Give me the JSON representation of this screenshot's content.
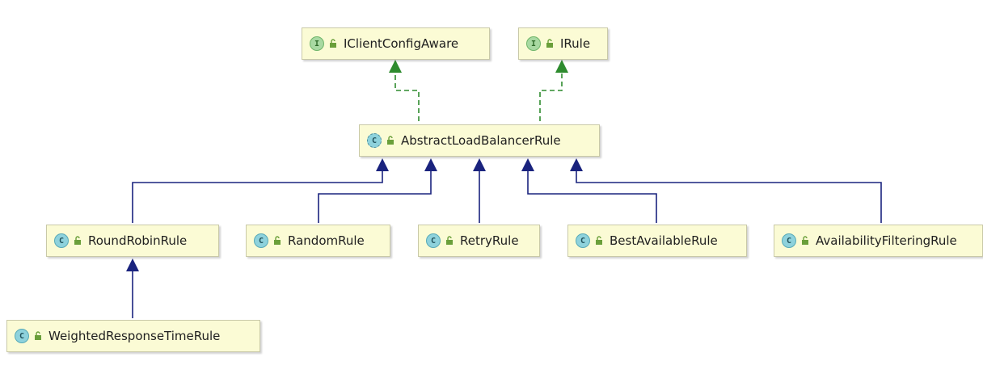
{
  "nodes": {
    "iclientconfigaware": {
      "label": "IClientConfigAware",
      "kind": "interface",
      "badge": "I"
    },
    "irule": {
      "label": "IRule",
      "kind": "interface",
      "badge": "I"
    },
    "abstractloadbalancerrule": {
      "label": "AbstractLoadBalancerRule",
      "kind": "abstract-class",
      "badge": "C"
    },
    "roundrobinrule": {
      "label": "RoundRobinRule",
      "kind": "class",
      "badge": "C"
    },
    "randomrule": {
      "label": "RandomRule",
      "kind": "class",
      "badge": "C"
    },
    "retryrule": {
      "label": "RetryRule",
      "kind": "class",
      "badge": "C"
    },
    "bestavailablerule": {
      "label": "BestAvailableRule",
      "kind": "class",
      "badge": "C"
    },
    "availabilityfilteringrule": {
      "label": "AvailabilityFilteringRule",
      "kind": "class",
      "badge": "C"
    },
    "weightedresponsetimerule": {
      "label": "WeightedResponseTimeRule",
      "kind": "class",
      "badge": "C"
    }
  },
  "edges": [
    {
      "from": "abstractloadbalancerrule",
      "to": "iclientconfigaware",
      "type": "implements"
    },
    {
      "from": "abstractloadbalancerrule",
      "to": "irule",
      "type": "implements"
    },
    {
      "from": "roundrobinrule",
      "to": "abstractloadbalancerrule",
      "type": "extends"
    },
    {
      "from": "randomrule",
      "to": "abstractloadbalancerrule",
      "type": "extends"
    },
    {
      "from": "retryrule",
      "to": "abstractloadbalancerrule",
      "type": "extends"
    },
    {
      "from": "bestavailablerule",
      "to": "abstractloadbalancerrule",
      "type": "extends"
    },
    {
      "from": "availabilityfilteringrule",
      "to": "abstractloadbalancerrule",
      "type": "extends"
    },
    {
      "from": "weightedresponsetimerule",
      "to": "roundrobinrule",
      "type": "extends"
    }
  ],
  "colors": {
    "implements_edge": "#2e8b2e",
    "extends_edge": "#1a237e",
    "node_fill": "#fbfbd5"
  },
  "icons": {
    "interface_badge": "interface-icon",
    "class_badge": "class-icon",
    "visibility": "public-visibility-icon"
  }
}
